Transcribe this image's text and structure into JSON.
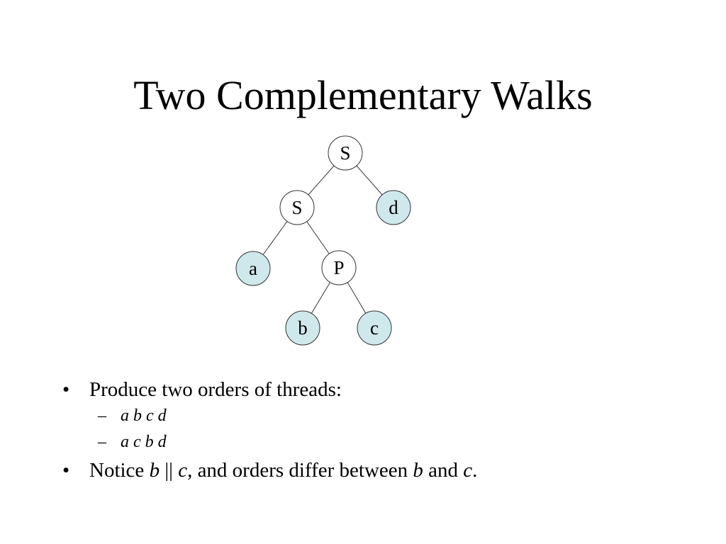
{
  "slide": {
    "title": "Two Complementary Walks"
  },
  "tree": {
    "colors": {
      "leaf_fill": "#cfe8ec",
      "internal_fill": "#ffffff",
      "stroke": "#333333"
    },
    "nodes": [
      {
        "id": "n1",
        "label": "S",
        "kind": "internal"
      },
      {
        "id": "n2",
        "label": "S",
        "kind": "internal"
      },
      {
        "id": "n3",
        "label": "d",
        "kind": "leaf"
      },
      {
        "id": "n4",
        "label": "a",
        "kind": "leaf"
      },
      {
        "id": "n5",
        "label": "P",
        "kind": "internal"
      },
      {
        "id": "n6",
        "label": "b",
        "kind": "leaf"
      },
      {
        "id": "n7",
        "label": "c",
        "kind": "leaf"
      }
    ],
    "edges": [
      [
        "n1",
        "n2"
      ],
      [
        "n1",
        "n3"
      ],
      [
        "n2",
        "n4"
      ],
      [
        "n2",
        "n5"
      ],
      [
        "n5",
        "n6"
      ],
      [
        "n5",
        "n7"
      ]
    ]
  },
  "bullets": {
    "b1": {
      "marker": "•",
      "text": "Produce two orders of threads:"
    },
    "subs": [
      {
        "marker": "–",
        "text": "a b c d"
      },
      {
        "marker": "–",
        "text": "a c b d"
      }
    ],
    "b2": {
      "marker": "•",
      "p1": "Notice ",
      "i1": "b",
      "p2": " || ",
      "i2": "c",
      "p3": ", and orders differ between ",
      "i3": "b",
      "p4": " and ",
      "i4": "c",
      "p5": "."
    }
  }
}
